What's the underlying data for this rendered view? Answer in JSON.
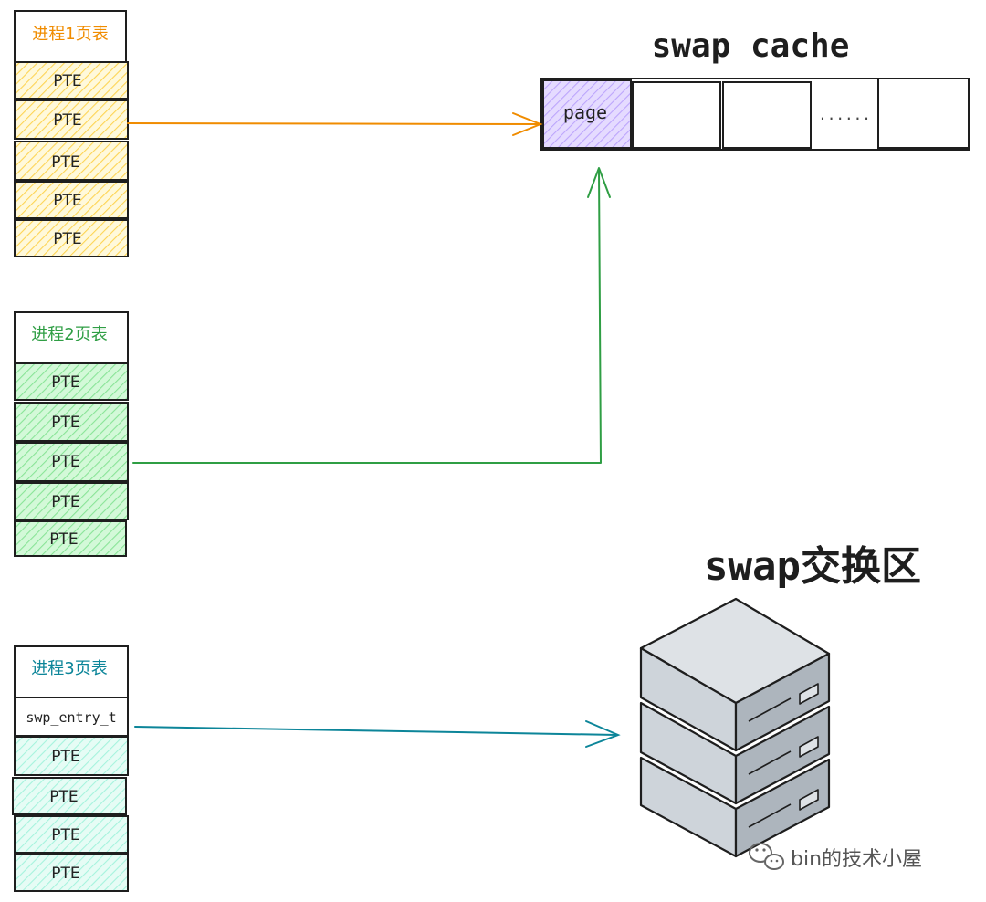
{
  "process_tables": [
    {
      "header": "进程1页表",
      "color": "#f08c00",
      "fill": "#ffec99",
      "entries": [
        "PTE",
        "PTE",
        "PTE",
        "PTE",
        "PTE"
      ]
    },
    {
      "header": "进程2页表",
      "color": "#2f9e44",
      "fill": "#b2f2bb",
      "entries": [
        "PTE",
        "PTE",
        "PTE",
        "PTE",
        "PTE"
      ]
    },
    {
      "header": "进程3页表",
      "color": "#0c8599",
      "fill": "#c3fae8",
      "entries": [
        "swp_entry_t",
        "PTE",
        "PTE",
        "PTE",
        "PTE"
      ]
    }
  ],
  "swap_cache": {
    "title": "swap cache",
    "page_label": "page",
    "page_fill": "#d0bfff",
    "ellipsis": "......"
  },
  "swap_area": {
    "title": "swap交换区",
    "server_color": "#ced4da"
  },
  "watermark": {
    "text": "bin的技术小屋",
    "icon": "wechat-icon"
  }
}
